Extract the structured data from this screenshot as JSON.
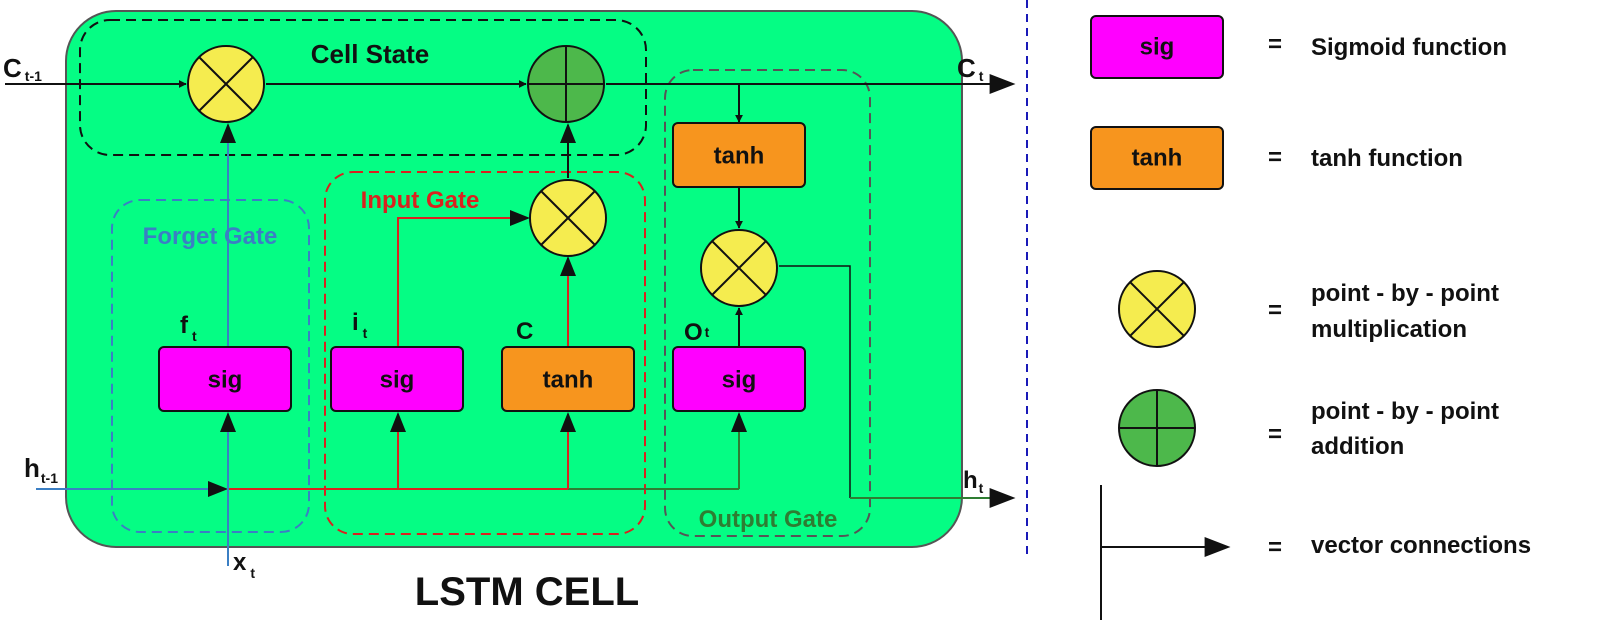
{
  "diagram": {
    "title": "LSTM CELL",
    "colors": {
      "cell_bg": "#05fd84",
      "sig_fill": "#ff00ff",
      "tanh_fill": "#f7951e",
      "mult_fill": "#f5ec4f",
      "add_fill": "#4db84b",
      "forget_color": "#3b7fc4",
      "input_color": "#d9221f",
      "output_color": "#2e7d32",
      "legend_divider": "#1a1ab8"
    },
    "regions": {
      "cell_state": "Cell State",
      "forget_gate": "Forget Gate",
      "input_gate": "Input Gate",
      "output_gate": "Output Gate"
    },
    "labels": {
      "c_prev_main": "C",
      "c_prev_sub": "t-1",
      "c_next_main": "C",
      "c_next_sub": "t",
      "h_prev_main": "h",
      "h_prev_sub": "t-1",
      "h_next_main": "h",
      "h_next_sub": "t",
      "x_main": "x",
      "x_sub": "t",
      "f_main": "f",
      "f_sub": "t",
      "i_main": "i",
      "i_sub": "t",
      "c_tilde": "C",
      "o_main": "O",
      "o_sub": "t"
    },
    "boxes": {
      "forget_sig": "sig",
      "input_sig": "sig",
      "input_tanh": "tanh",
      "output_sig": "sig",
      "output_tanh": "tanh"
    },
    "icons": [
      "multiply-operator-icon",
      "add-operator-icon",
      "arrow-icon"
    ]
  },
  "legend": {
    "sig_box": "sig",
    "sig_eq": "=",
    "sig_desc": "Sigmoid function",
    "tanh_box": "tanh",
    "tanh_eq": "=",
    "tanh_desc": "tanh function",
    "mult_eq": "=",
    "mult_desc_1": "point - by - point",
    "mult_desc_2": "multiplication",
    "add_eq": "=",
    "add_desc_1": "point - by - point",
    "add_desc_2": "addition",
    "vec_eq": "=",
    "vec_desc": "vector connections"
  }
}
